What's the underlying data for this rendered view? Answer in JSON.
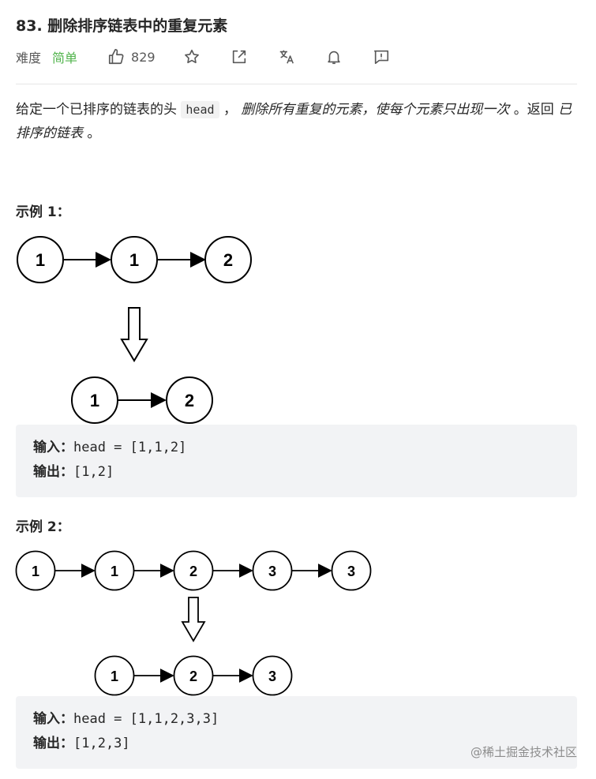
{
  "problem": {
    "title": "83. 删除排序链表中的重复元素",
    "difficulty_label": "难度",
    "difficulty": "简单",
    "likes": "829"
  },
  "toolbar": {
    "icons": [
      "thumbs-up-icon",
      "star-icon",
      "share-icon",
      "translate-icon",
      "bell-icon",
      "feedback-icon"
    ]
  },
  "description": {
    "p1": "给定一个已排序的链表的头",
    "code_head": "head",
    "p2": "，",
    "em1": "删除所有重复的元素，使每个元素只出现一次",
    "p3": "。返回",
    "em2": "已排序的链表",
    "p4": "。"
  },
  "examples": [
    {
      "title": "示例 1：",
      "before": [
        "1",
        "1",
        "2"
      ],
      "after": [
        "1",
        "2"
      ],
      "input_label": "输入：",
      "input": "head = [1,1,2]",
      "output_label": "输出：",
      "output": "[1,2]"
    },
    {
      "title": "示例 2：",
      "before": [
        "1",
        "1",
        "2",
        "3",
        "3"
      ],
      "after": [
        "1",
        "2",
        "3"
      ],
      "input_label": "输入：",
      "input": "head = [1,1,2,3,3]",
      "output_label": "输出：",
      "output": "[1,2,3]"
    }
  ],
  "watermark": "@稀土掘金技术社区",
  "colors": {
    "difficulty_easy": "#52b44d",
    "code_bg": "#f2f3f5"
  }
}
